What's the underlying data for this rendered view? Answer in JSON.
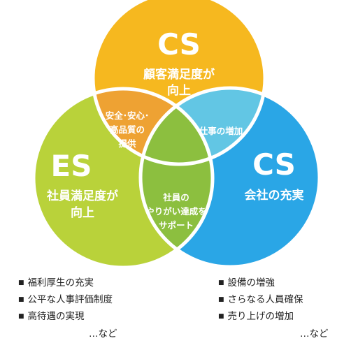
{
  "colors": {
    "cs_top": "#f6b81f",
    "es_left": "#b9d23a",
    "cs_right": "#2aa6e6",
    "overlap_top_left": "#eea233",
    "overlap_top_right": "#62c6e4",
    "overlap_center": "#8cbf3f",
    "text": "#222222"
  },
  "top_circle": {
    "title": "CS",
    "subtitle_line1": "顧客満足度が",
    "subtitle_line2": "向上"
  },
  "left_circle": {
    "title": "ES",
    "subtitle_line1": "社員満足度が",
    "subtitle_line2": "向上"
  },
  "right_circle": {
    "title": "CS",
    "subtitle_line1": "会社の充実"
  },
  "overlaps": {
    "top_left": [
      "安全･安心･",
      "高品質の",
      "提供"
    ],
    "top_right": [
      "仕事の増加"
    ],
    "center": [
      "社員の",
      "やりがい達成を",
      "サポート"
    ]
  },
  "left_list": {
    "items": [
      "福利厚生の充実",
      "公平な人事評価制度",
      "高待遇の実現"
    ],
    "etc": "…など"
  },
  "right_list": {
    "items": [
      "設備の増強",
      "さらなる人員確保",
      "売り上げの増加"
    ],
    "etc": "…など"
  }
}
